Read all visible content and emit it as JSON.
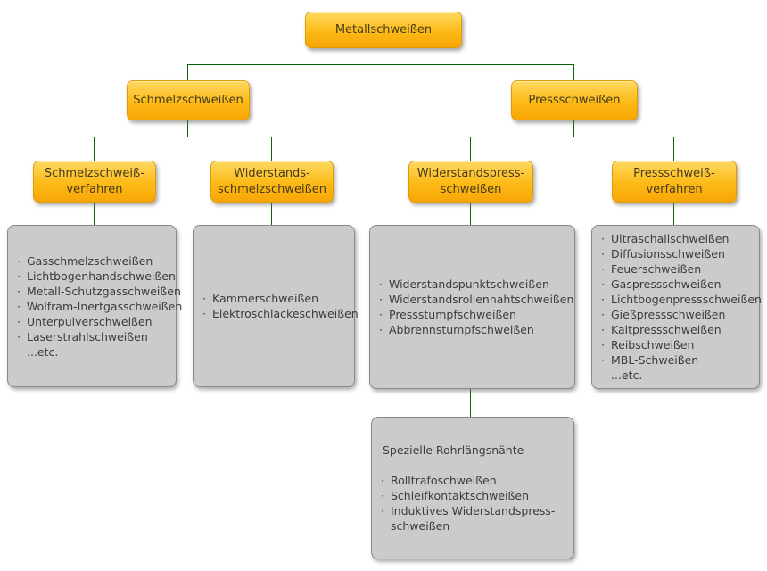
{
  "bullet_char": "·",
  "colors": {
    "connector_green": "#0a640a",
    "node_gradient_top": "#ffd961",
    "node_gradient_mid": "#fcba16",
    "node_gradient_bottom": "#f8a606",
    "node_border": "#e09a05",
    "node_text": "#46391c",
    "panel_fill": "#cbcbcb",
    "panel_border": "#8a8a8a",
    "panel_text": "#3c3c3c"
  },
  "nodes": {
    "root": {
      "label": "Metallschweißen"
    },
    "fusion": {
      "label": "Schmelzschweißen"
    },
    "press": {
      "label": "Pressschweißen"
    },
    "fusion_methods": {
      "label": "Schmelzschweiß-\nverfahren"
    },
    "resistance_fusion": {
      "label": "Widerstands-\nschmelzschweißen"
    },
    "resistance_press": {
      "label": "Widerstandspress-\nschweißen"
    },
    "press_methods": {
      "label": "Pressschweiß-\nverfahren"
    }
  },
  "lists": {
    "fusion_methods": {
      "items": [
        "Gasschmelzschweißen",
        "Lichtbogenhandschweißen",
        "Metall-Schutzgasschweißen",
        "Wolfram-Inertgasschweißen",
        "Unterpulverschweißen",
        "Laserstrahlschweißen"
      ],
      "footer": "...etc."
    },
    "resistance_fusion": {
      "items": [
        "Kammerschweißen",
        "Elektroschlackeschweißen"
      ]
    },
    "resistance_press": {
      "items": [
        "Widerstandspunktschweißen",
        "Widerstandsrollennahtschweißen",
        "Pressstumpfschweißen",
        "Abbrennstumpfschweißen"
      ]
    },
    "press_methods": {
      "items": [
        "Ultraschallschweißen",
        "Diffusionsschweißen",
        "Feuerschweißen",
        "Gaspressschweißen",
        "Lichtbogenpressschweißen",
        "Gießpressschweißen",
        "Kaltpressschweißen",
        "Reibschweißen",
        "MBL-Schweißen"
      ],
      "footer": "...etc."
    },
    "special_pipe_seams": {
      "title": "Spezielle Rohrlängsnähte",
      "items": [
        "Rolltrafoschweißen",
        "Schleifkontaktschweißen",
        "Induktives Widerstandspress-\nschweißen"
      ]
    }
  }
}
